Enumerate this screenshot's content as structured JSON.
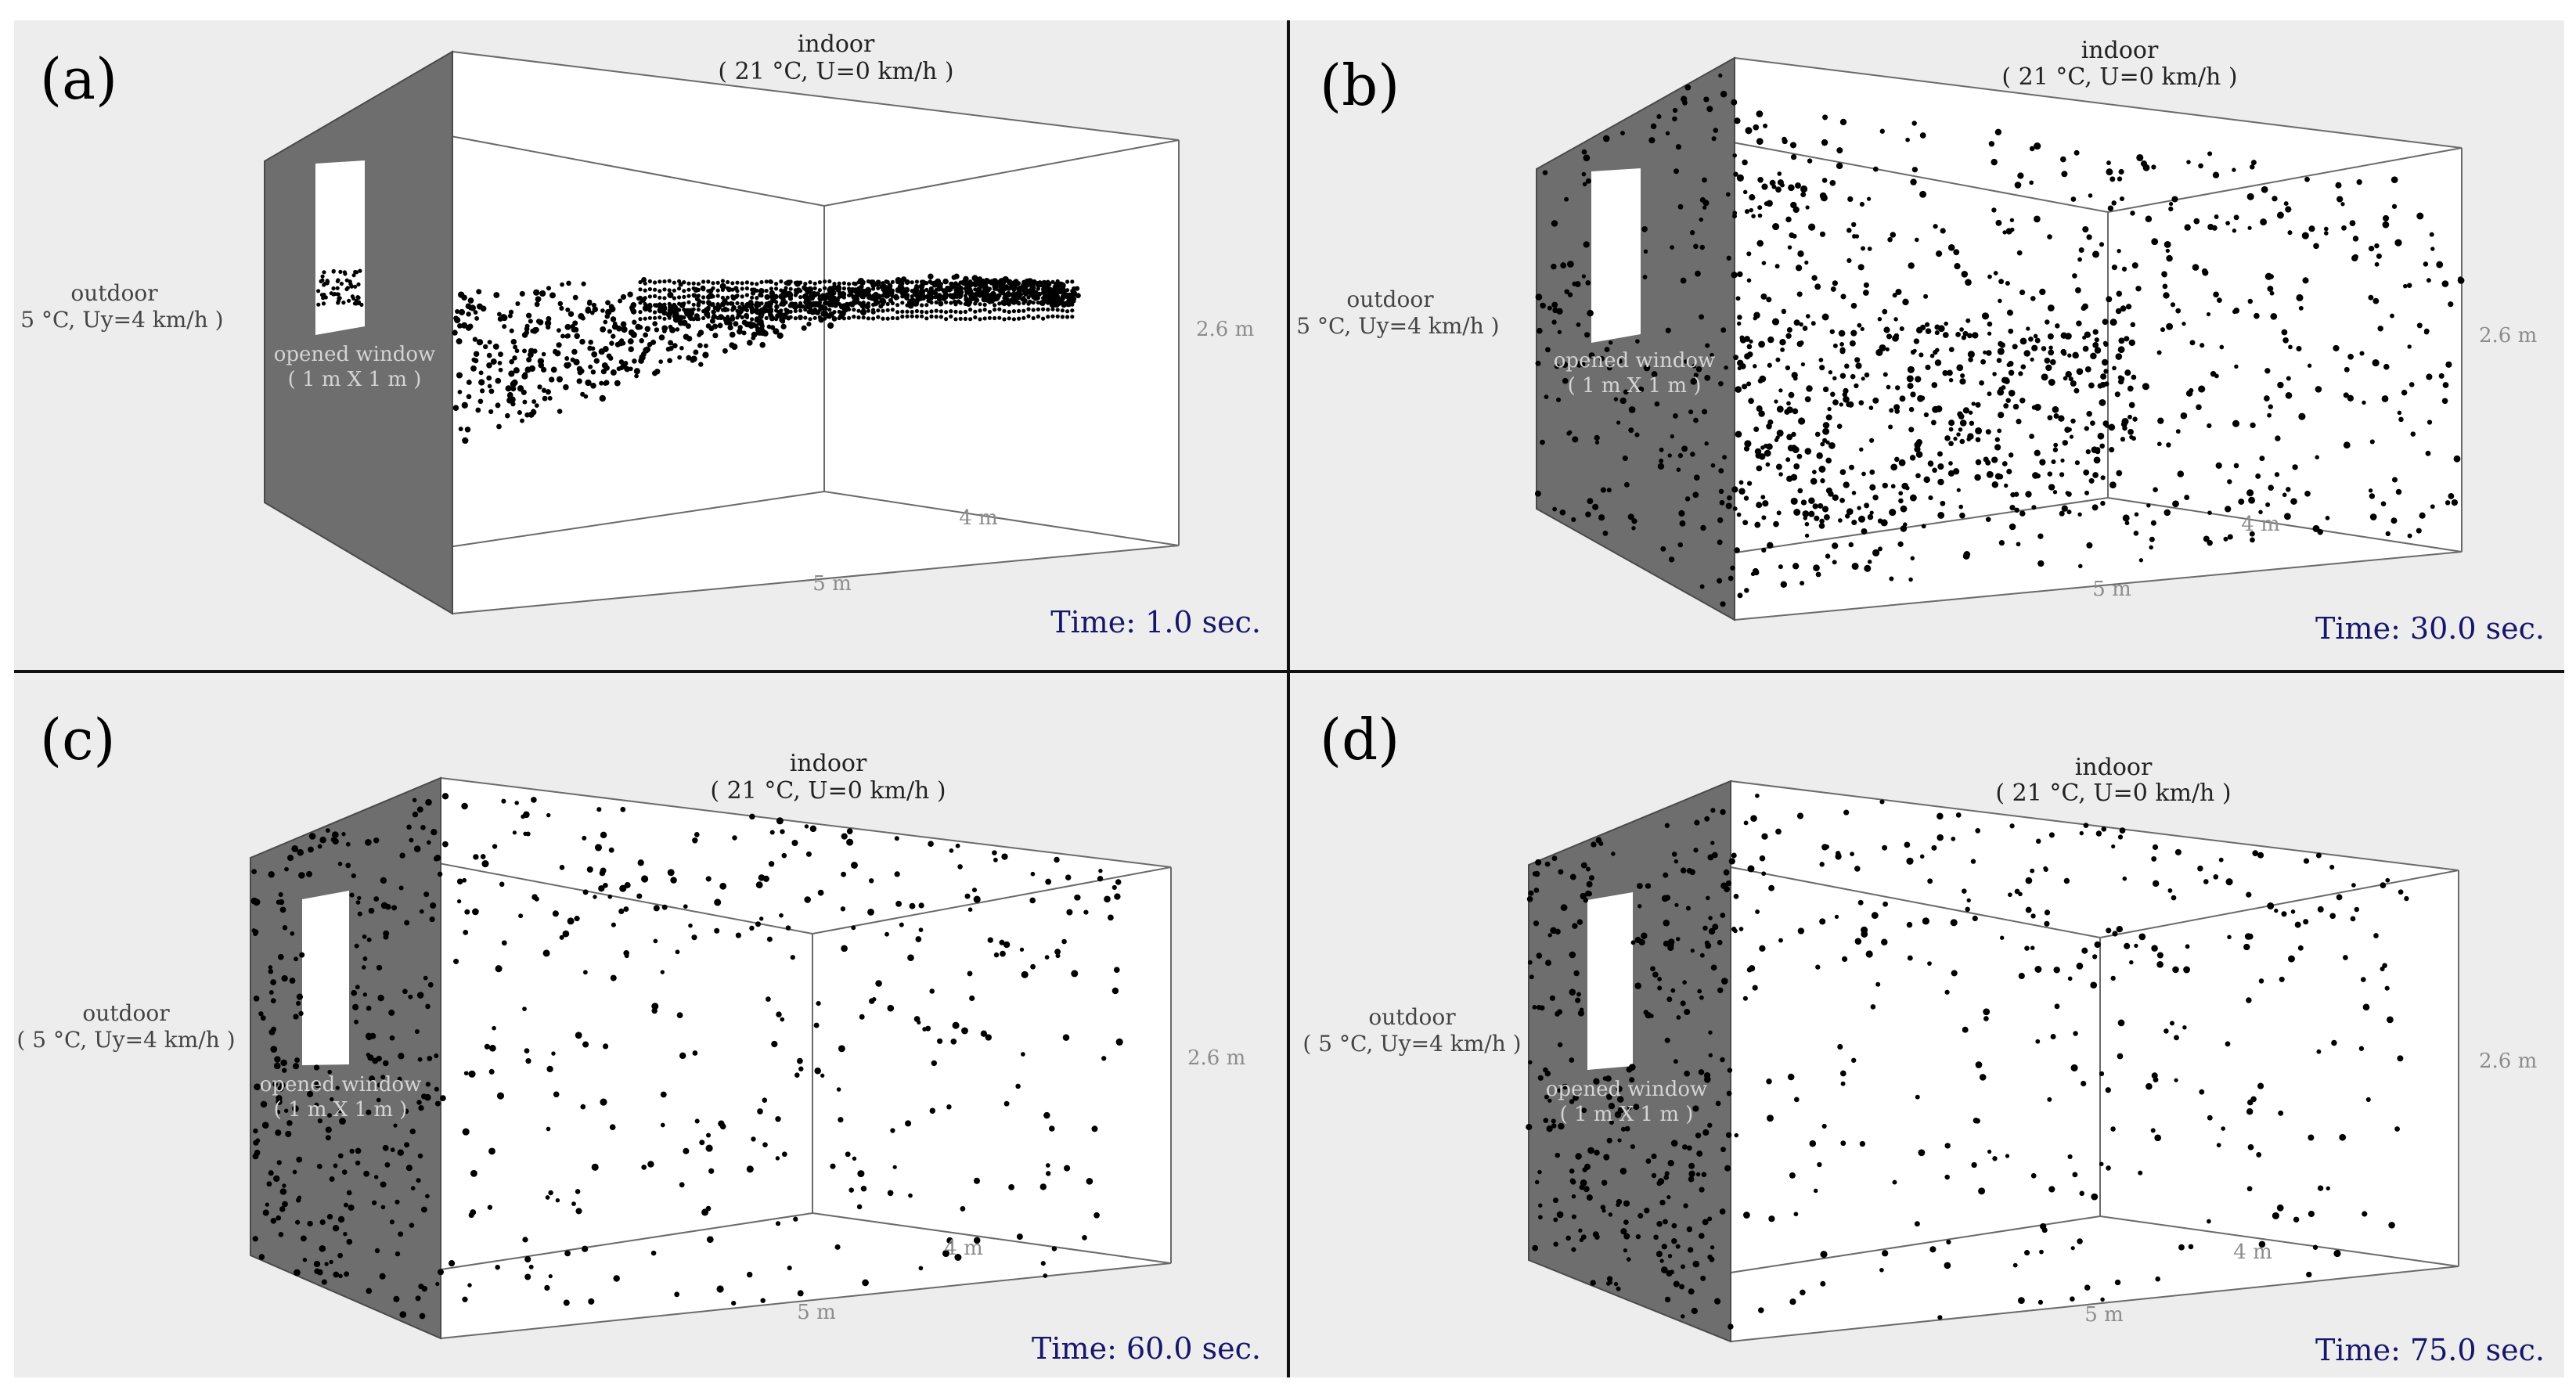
{
  "colors": {
    "background": "#ededed",
    "wall": "#6e6e6e",
    "window_opening": "#ffffff",
    "particles": "#000000",
    "time_text": "#16166b",
    "divider": "#111111"
  },
  "panels": [
    {
      "letter": "(a)",
      "indoor_label": "indoor",
      "indoor_conditions": "( 21 °C, U=0 km/h )",
      "outdoor_label": "outdoor",
      "outdoor_conditions": "( 5 °C, Uy=4 km/h )",
      "window_label": "opened window",
      "window_size": "( 1 m X 1 m )",
      "dim_height": "2.6 m",
      "dim_depth": "4 m",
      "dim_width": "5 m",
      "time": "Time: 1.0 sec.",
      "particle_distribution": "jet entering through window"
    },
    {
      "letter": "(b)",
      "indoor_label": "indoor",
      "indoor_conditions": "( 21 °C, U=0 km/h )",
      "outdoor_label": "outdoor",
      "outdoor_conditions": "( 5 °C, Uy=4 km/h )",
      "window_label": "opened window",
      "window_size": "( 1 m X 1 m )",
      "dim_height": "2.6 m",
      "dim_depth": "4 m",
      "dim_width": "5 m",
      "time": "Time: 30.0 sec.",
      "particle_distribution": "dense scatter throughout room"
    },
    {
      "letter": "(c)",
      "indoor_label": "indoor",
      "indoor_conditions": "( 21 °C, U=0 km/h )",
      "outdoor_label": "outdoor",
      "outdoor_conditions": "( 5 °C, Uy=4 km/h )",
      "window_label": "opened window",
      "window_size": "( 1 m X 1 m )",
      "dim_height": "2.6 m",
      "dim_depth": "4 m",
      "dim_width": "5 m",
      "time": "Time: 60.0 sec.",
      "particle_distribution": "sparse scatter throughout room"
    },
    {
      "letter": "(d)",
      "indoor_label": "indoor",
      "indoor_conditions": "( 21 °C, U=0 km/h )",
      "outdoor_label": "outdoor",
      "outdoor_conditions": "( 5 °C, Uy=4 km/h )",
      "window_label": "opened window",
      "window_size": "( 1 m X 1 m )",
      "dim_height": "2.6 m",
      "dim_depth": "4 m",
      "dim_width": "5 m",
      "time": "Time: 75.0 sec.",
      "particle_distribution": "sparse scatter throughout room"
    }
  ]
}
